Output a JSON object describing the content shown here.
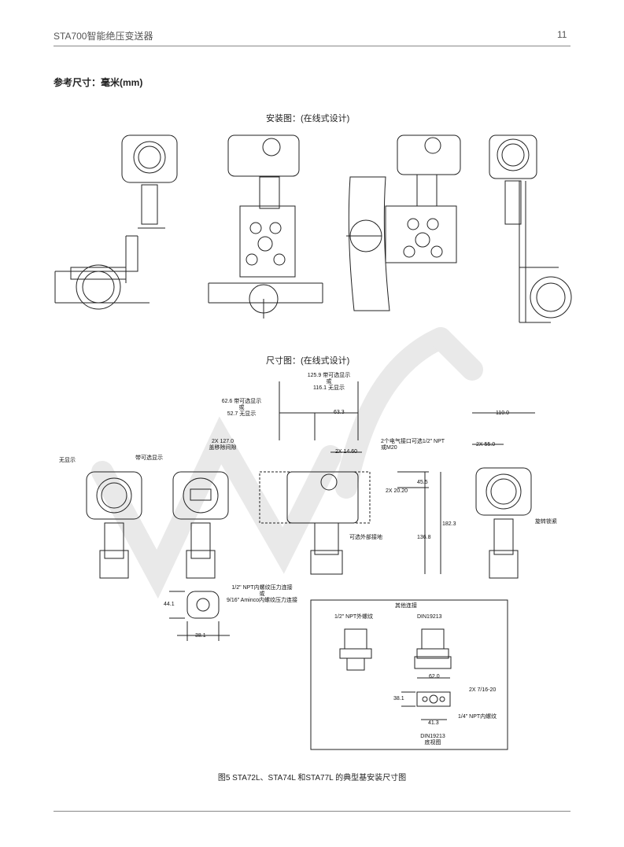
{
  "header": {
    "title": "STA700智能绝压变送器",
    "page_number": "11"
  },
  "section_title": "参考尺寸：毫米(mm)",
  "install": {
    "title": "安装图：(在线式设计)"
  },
  "dimension": {
    "title": "尺寸图：(在线式设计)",
    "label_no_display": "无显示",
    "label_with_display": "带可选显示",
    "dim_125": "125.9 带可选显示",
    "or1": "或",
    "dim_116": "116.1 无显示",
    "dim_62": "62.6 带可选显示",
    "or2": "或",
    "dim_52": "52.7 无显示",
    "dim_63": "63.3",
    "dim_127": "2X 127.0",
    "cover_clearance": "盖移除间隙",
    "dim_1460": "2X 14.60",
    "conduit": "2个电气接口可选1/2\" NPT",
    "conduit2": "或M20",
    "dim_455": "45.5",
    "dim_2020": "2X 20.20",
    "dim_1823": "182.3",
    "dim_1368": "136.8",
    "ground": "可选外部接地",
    "dim_110": "110.0",
    "dim_55": "2X 55.0",
    "rotation_lock": "旋转锁紧",
    "dim_441": "44.1",
    "dim_381": "38.1",
    "pressure_conn1": "1/2\" NPT内螺纹压力连接",
    "or3": "或",
    "pressure_conn2": "9/16\" Aminco内螺纹压力连接"
  },
  "other": {
    "title": "其他连接",
    "npt_male": "1/2\" NPT外螺纹",
    "din": "DIN19213",
    "dim_620": "62.0",
    "dim_381": "38.1",
    "holes": "2X 7/16-20",
    "npt_female": "1/4\" NPT内螺纹",
    "dim_413": "41.3",
    "din_bottom": "DIN19213",
    "bottom_view": "底视图"
  },
  "caption": "图5  STA72L、STA74L 和STA77L 的典型基安装尺寸图"
}
